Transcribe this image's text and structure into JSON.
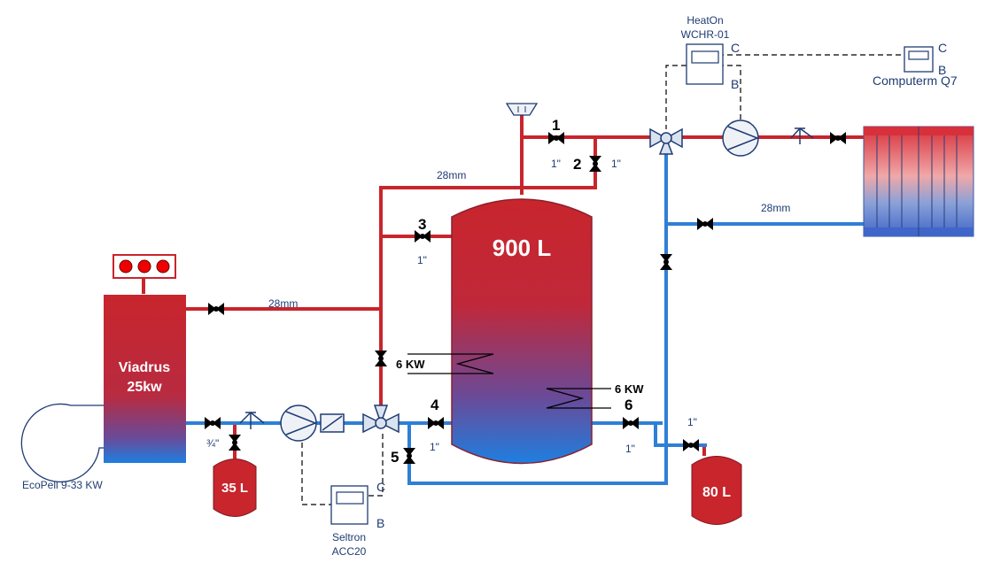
{
  "tank": {
    "label": "900 L",
    "heater_top": "6 KW",
    "heater_bottom": "6 KW"
  },
  "boiler": {
    "label_line1": "Viadrus",
    "label_line2": "25kw"
  },
  "burner": {
    "label": "EcoPell 9-33 KW"
  },
  "expansion_small": {
    "label": "35 L"
  },
  "expansion_large": {
    "label": "80 L"
  },
  "controller_top": {
    "label_line1": "HeatOn",
    "label_line2": "WCHR-01",
    "c": "C",
    "b": "B"
  },
  "thermostat": {
    "label": "Computerm Q7",
    "c": "C",
    "b": "B"
  },
  "controller_bottom": {
    "label_line1": "Seltron",
    "label_line2": "ACC20",
    "c": "C",
    "b": "B"
  },
  "valves": {
    "v1": {
      "num": "1",
      "size": "1\""
    },
    "v2": {
      "num": "2",
      "size": "1\""
    },
    "v3": {
      "num": "3",
      "size": "1\""
    },
    "v4": {
      "num": "4",
      "size": "1\""
    },
    "v5": {
      "num": "5"
    },
    "v6": {
      "num": "6",
      "size": "1\""
    },
    "v80": {
      "size": "1\""
    },
    "v35": {
      "size": "¾\""
    }
  },
  "pipes": {
    "top_hot": "28mm",
    "boiler_hot": "28mm",
    "radiator_return": "28mm"
  },
  "colors": {
    "hot": "#c8252c",
    "cold": "#2f7fd6",
    "line": "#1f3b73"
  }
}
